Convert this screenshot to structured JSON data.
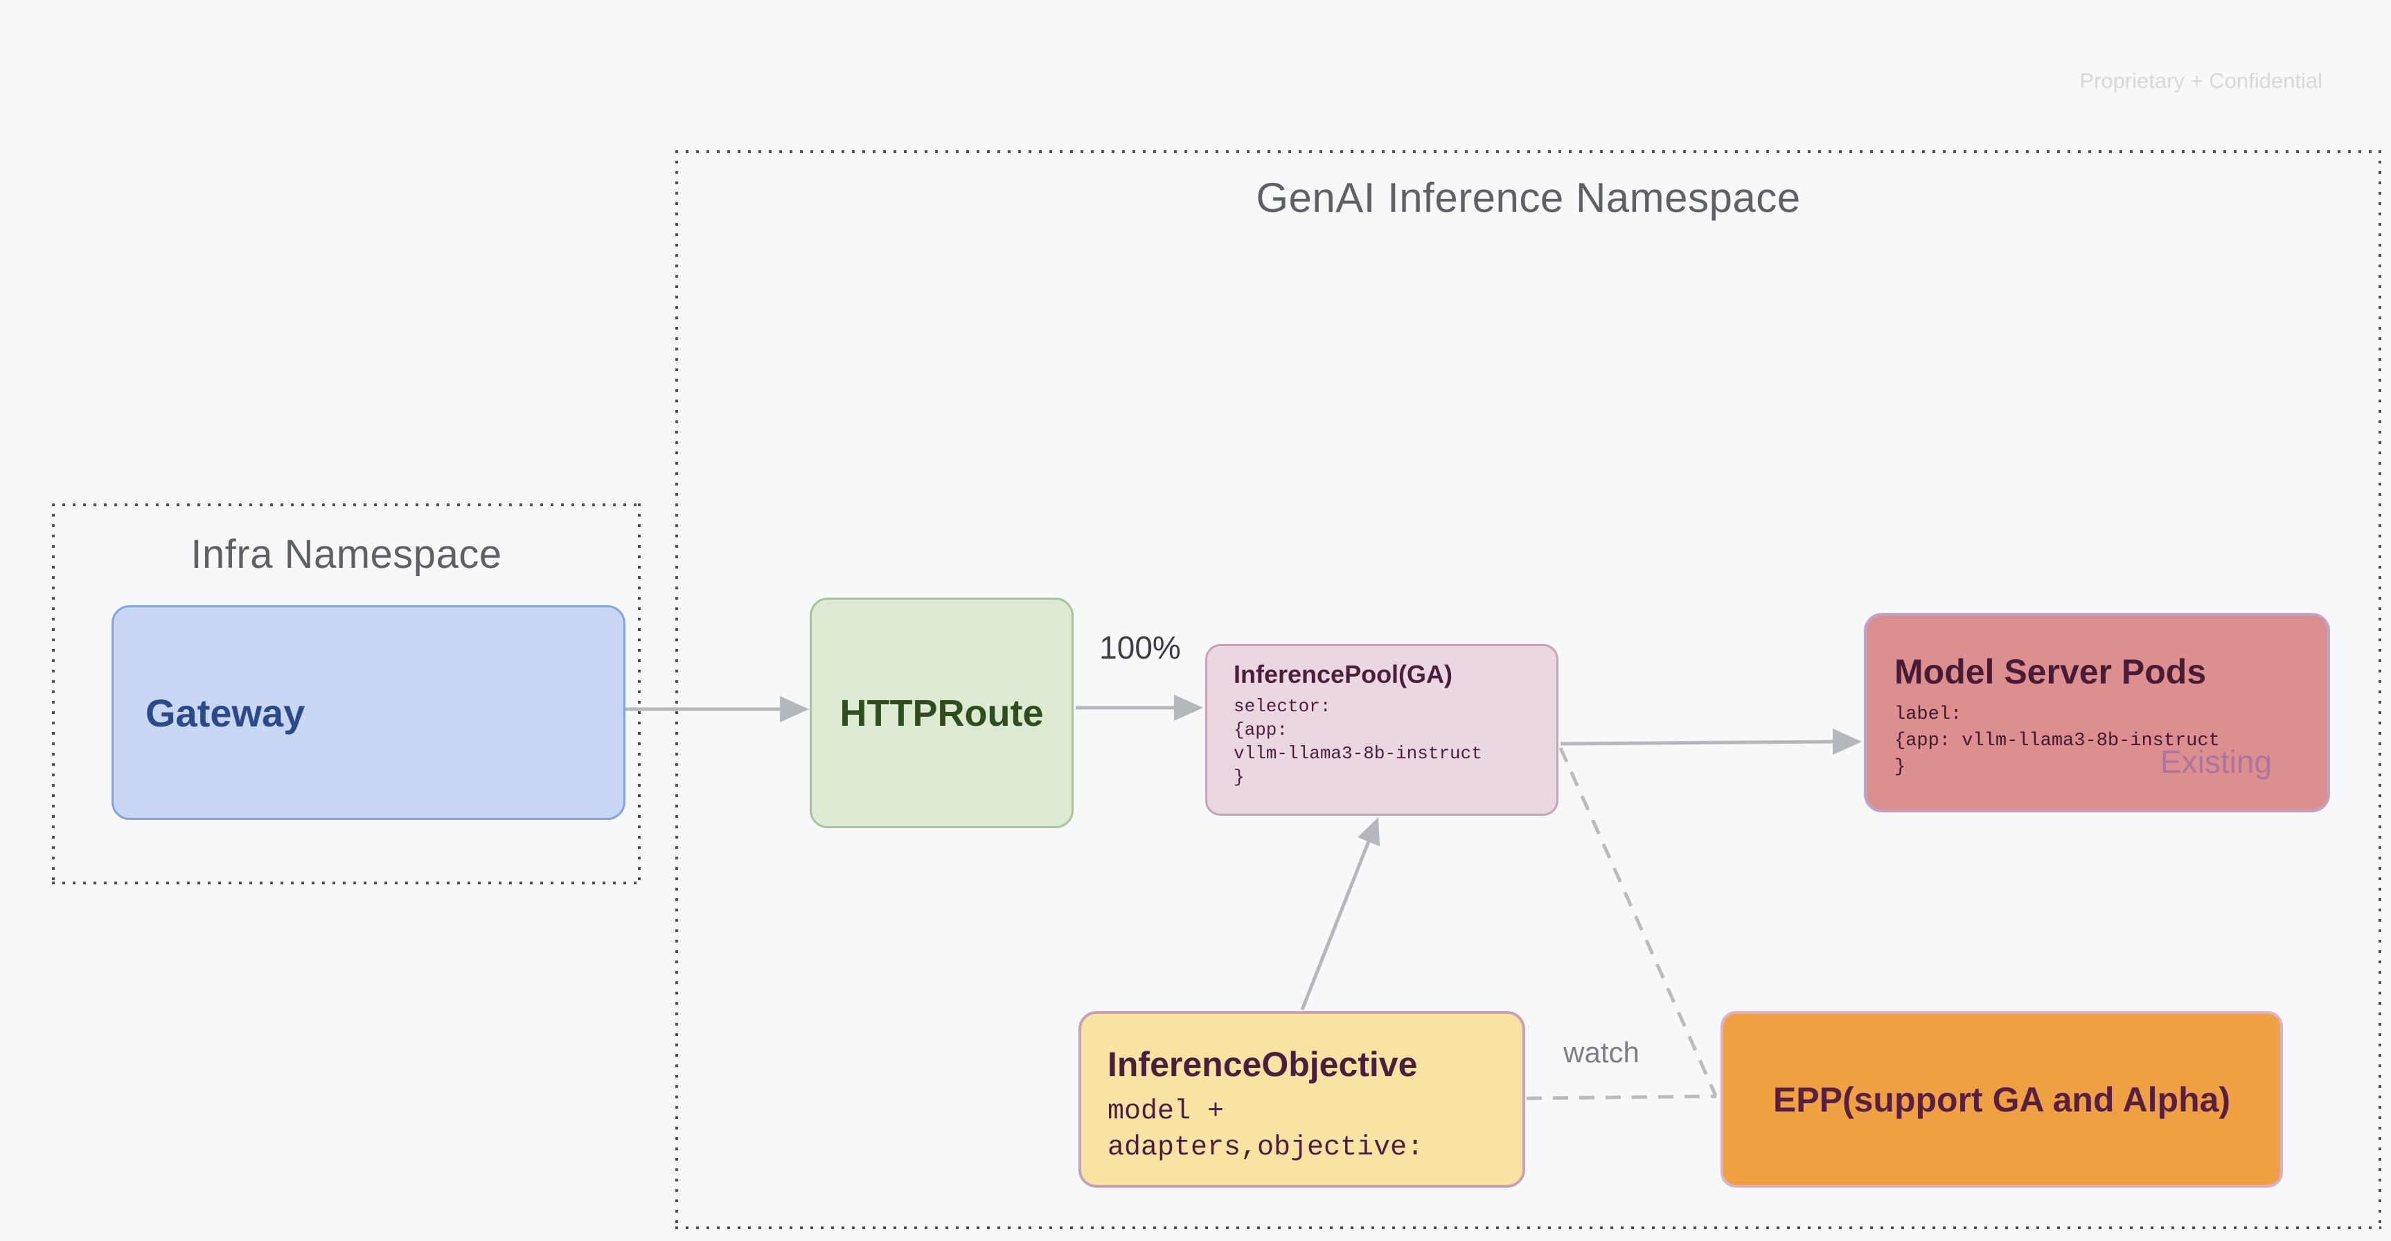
{
  "page": {
    "watermark": "Proprietary + Confidential",
    "background": "#f7f8fa"
  },
  "namespaces": {
    "genai": {
      "title": "GenAI Inference Namespace"
    },
    "infra": {
      "title": "Infra Namespace"
    }
  },
  "nodes": {
    "gateway": {
      "title": "Gateway",
      "fill": "#c8d7f3",
      "border": "#84a3dc",
      "text_color": "#2a4a8c"
    },
    "httproute": {
      "title": "HTTPRoute",
      "fill": "#dcead1",
      "border": "#a6c494",
      "text_color": "#2e4e1d"
    },
    "inference_pool": {
      "title": "InferencePool(GA)",
      "code_lines": [
        "selector:",
        "{app:",
        "vllm-llama3-8b-instruct",
        "}"
      ],
      "fill": "#ead7e1",
      "border": "#c9a2b6",
      "text_color": "#4b1e3e"
    },
    "model_server_pods": {
      "title": "Model Server Pods",
      "code_lines": [
        "label:",
        "{app: vllm-llama3-8b-instruct",
        "}"
      ],
      "badge": "Existing",
      "fill": "#dd8f8f",
      "border": "#c0a2c6",
      "text_color": "#471c34"
    },
    "inference_objective": {
      "title": "InferenceObjective",
      "code_lines": [
        "model +",
        "adapters,objective:"
      ],
      "fill": "#f9e3a2",
      "border": "#c8a1b7",
      "text_color": "#4b1e3e"
    },
    "epp": {
      "title": "EPP(support GA and Alpha)",
      "fill": "#efa042",
      "border": "#d7b2ca",
      "text_color": "#571f41"
    }
  },
  "edges": {
    "httproute_to_pool_label": "100%",
    "objective_to_epp_label": "watch",
    "solid_color": "#b4b7bb",
    "dashed_color": "#b9bbbe"
  }
}
